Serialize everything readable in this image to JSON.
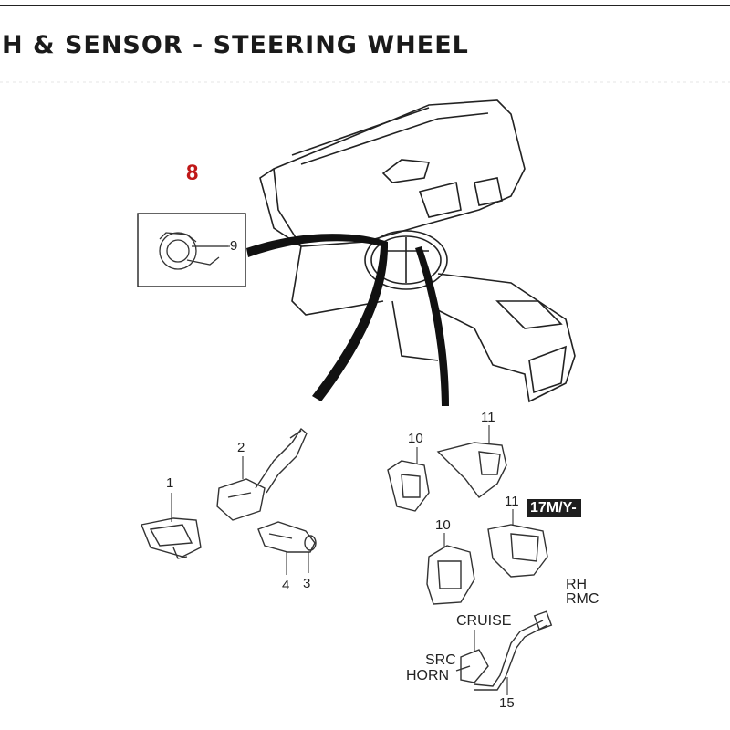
{
  "header": {
    "title": "H & SENSOR - STEERING WHEEL"
  },
  "callouts": {
    "c1": "1",
    "c2": "2",
    "c3": "3",
    "c4": "4",
    "c8": "8",
    "c9": "9",
    "c10a": "10",
    "c10b": "10",
    "c11a": "11",
    "c11b": "11",
    "c15": "15"
  },
  "labels": {
    "model_tag": "17M/Y-",
    "rh": "RH",
    "rmc": "RMC",
    "cruise": "CRUISE",
    "src": "SRC",
    "horn": "HORN"
  },
  "colors": {
    "callout_accent": "#c01818",
    "tag_background": "#1e1e1e",
    "line_art": "#222222"
  }
}
